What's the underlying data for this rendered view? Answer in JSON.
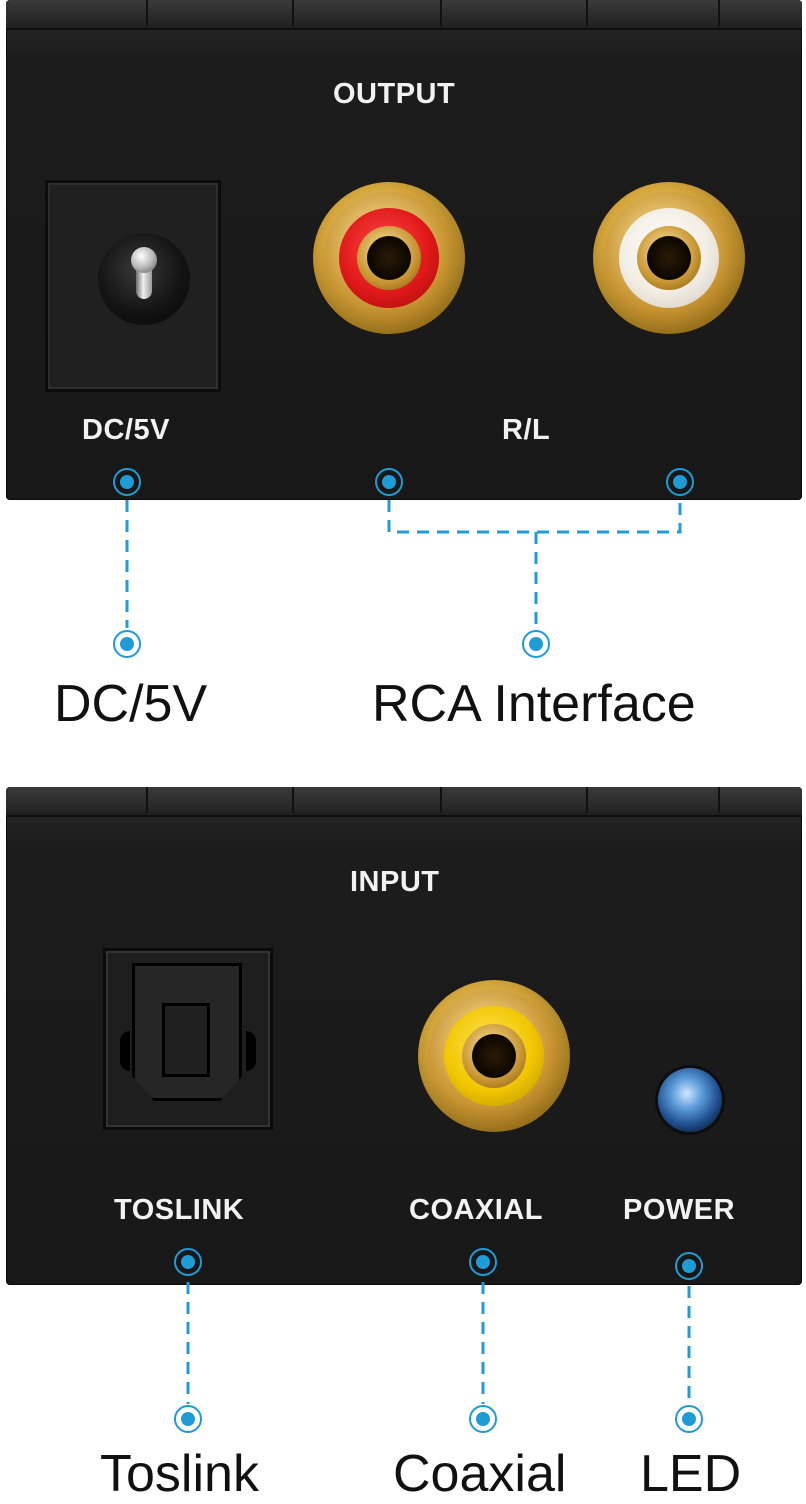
{
  "output_panel": {
    "title": "OUTPUT",
    "dc_label": "DC/5V",
    "rca_label": "R/L"
  },
  "input_panel": {
    "title": "INPUT",
    "toslink_label": "TOSLINK",
    "coaxial_label": "COAXIAL",
    "power_label": "POWER"
  },
  "callouts": {
    "dc": "DC/5V",
    "rca": "RCA Interface",
    "toslink": "Toslink",
    "coaxial": "Coaxial",
    "led": "LED"
  },
  "colors": {
    "accent": "#1f9bd6",
    "rca_right_insulator": "#e01818",
    "rca_left_insulator": "#f2ede4",
    "coaxial_insulator": "#f2c600",
    "gold": "#d4a63c"
  }
}
